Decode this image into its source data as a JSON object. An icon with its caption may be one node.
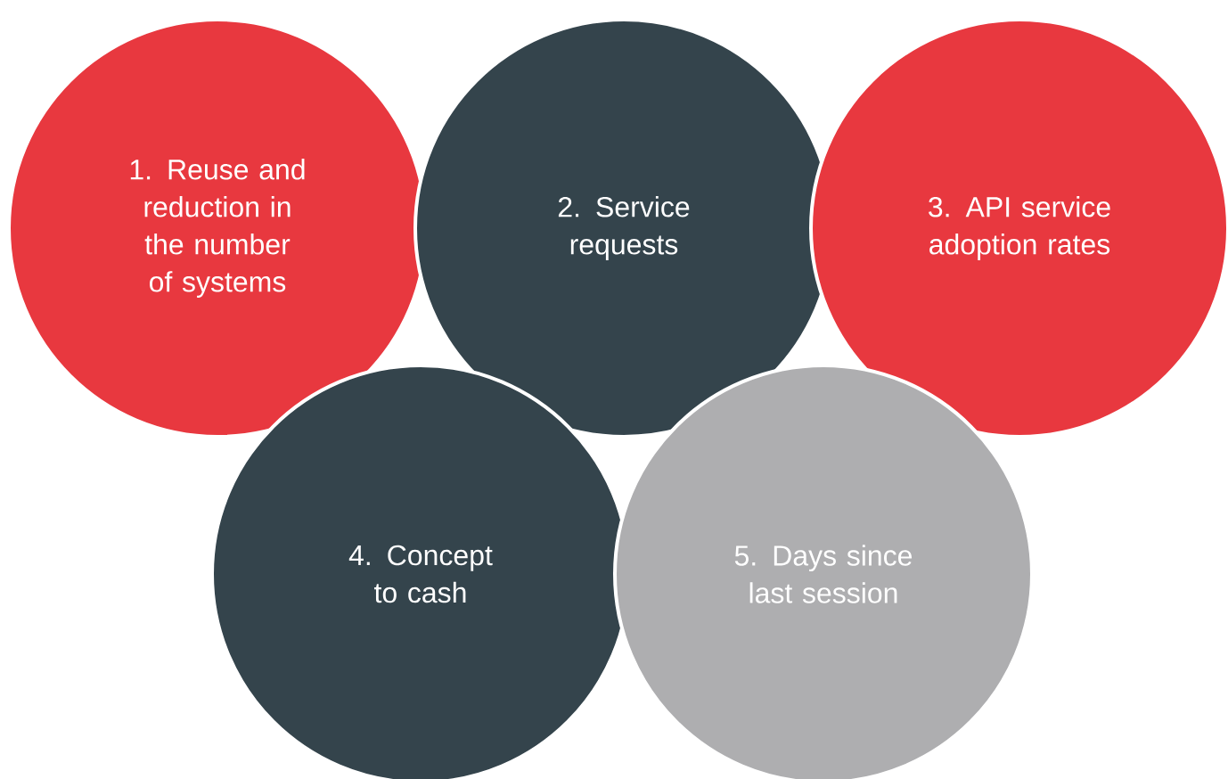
{
  "diagram": {
    "nodes": [
      {
        "text": [
          "1. Reuse and reduction in the number of systems"
        ]
      },
      {
        "text": [
          "2. Service requests"
        ]
      },
      {
        "text": [
          "3. API service adoption rates"
        ]
      },
      {
        "text": [
          "4. Concept to cash"
        ]
      },
      {
        "text": [
          "5. Days since last session"
        ]
      }
    ]
  }
}
